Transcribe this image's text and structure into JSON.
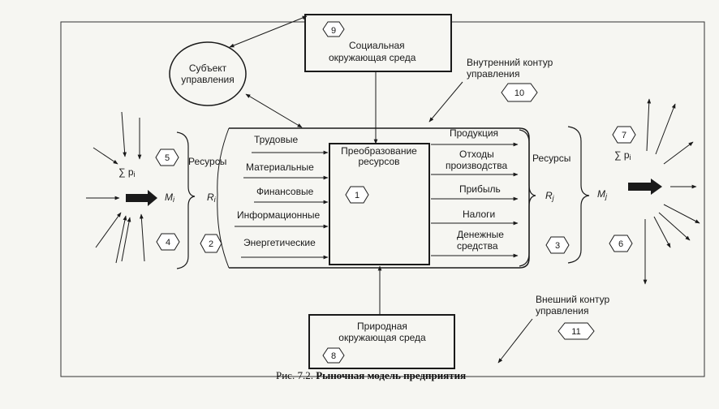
{
  "diagram": {
    "subject_box": {
      "line1": "Субъект",
      "line2": "управления"
    },
    "social_env": {
      "line1": "Социальная",
      "line2": "окружающая среда",
      "badge": "9"
    },
    "natural_env": {
      "line1": "Природная",
      "line2": "окружающая среда",
      "badge": "8"
    },
    "inner_contour": {
      "line1": "Внутренний контур",
      "line2": "управления",
      "badge": "10"
    },
    "outer_contour": {
      "line1": "Внешний контур",
      "line2": "управления",
      "badge": "11"
    },
    "core_box": {
      "line1": "Преобразование",
      "line2": "ресурсов",
      "badge": "1"
    },
    "inputs": [
      "Трудовые",
      "Материальные",
      "Финансовые",
      "Информационные",
      "Энергетические"
    ],
    "outputs": [
      {
        "line1": "Продукция",
        "line2": ""
      },
      {
        "line1": "Отходы",
        "line2": "производства"
      },
      {
        "line1": "Прибыль",
        "line2": ""
      },
      {
        "line1": "Налоги",
        "line2": ""
      },
      {
        "line1": "Денежные",
        "line2": "средства"
      }
    ],
    "left": {
      "resources_label": "Ресурсы",
      "resources_symbol": "R",
      "resources_sub": "i",
      "m_symbol": "M",
      "m_sub": "i",
      "sum_label": "∑ p",
      "sum_sub": "i",
      "badge_sum": "5",
      "badge_m": "4",
      "badge_resources": "2"
    },
    "right": {
      "resources_label": "Ресурсы",
      "resources_symbol": "R",
      "resources_sub": "j",
      "m_symbol": "M",
      "m_sub": "j",
      "sum_label": "∑ p",
      "sum_sub": "i",
      "badge_sum": "7",
      "badge_m": "6",
      "badge_resources": "3"
    }
  },
  "caption": {
    "prefix": "Рис. 7.2.",
    "title": "Рыночная модель предприятия"
  }
}
